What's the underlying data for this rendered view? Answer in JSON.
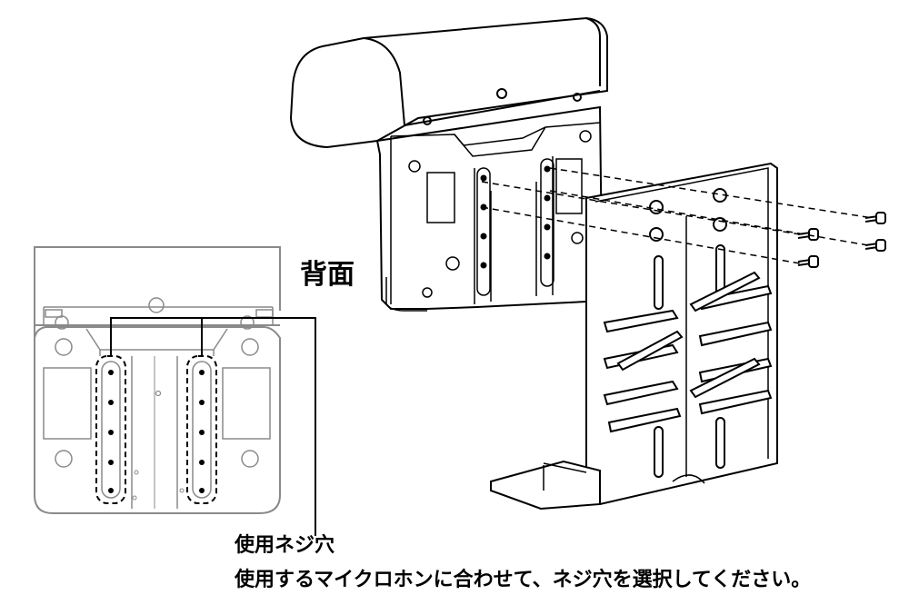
{
  "labels": {
    "back": "背面",
    "screw_holes": "使用ネジ穴",
    "instruction": "使用するマイクロホンに合わせて、ネジ穴を選択してください。"
  },
  "colors": {
    "line": "#000000",
    "detail_line": "#8a8a8a",
    "fill": "#ffffff"
  }
}
